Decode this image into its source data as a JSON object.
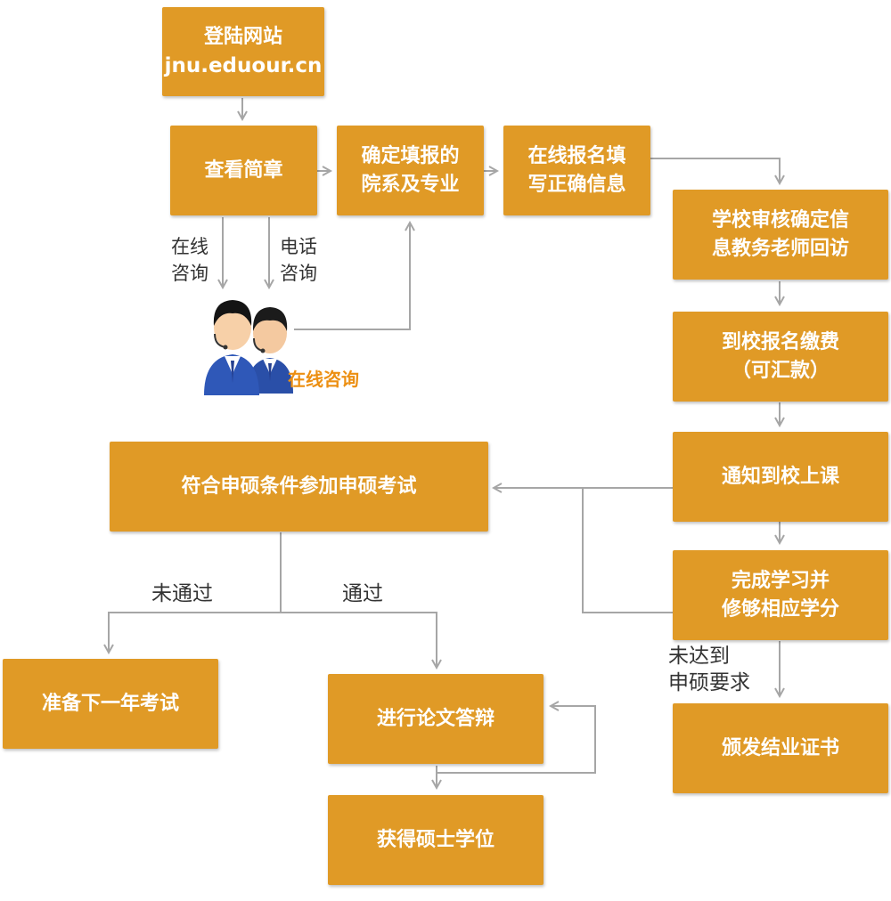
{
  "steps": {
    "login": {
      "line1": "登陆网站",
      "line2": "jnu.eduour.cn"
    },
    "view_brochure": {
      "line1": "查看简章"
    },
    "choose_major": {
      "line1": "确定填报的",
      "line2": "院系及专业"
    },
    "online_signup": {
      "line1": "在线报名填",
      "line2": "写正确信息"
    },
    "school_review": {
      "line1": "学校审核确定信",
      "line2": "息教务老师回访"
    },
    "pay_at_school": {
      "line1": "到校报名缴费",
      "line2": "（可汇款）"
    },
    "attend_class": {
      "line1": "通知到校上课"
    },
    "complete_study": {
      "line1": "完成学习并",
      "line2": "修够相应学分"
    },
    "exam": {
      "line1": "符合申硕条件参加申硕考试"
    },
    "next_year": {
      "line1": "准备下一年考试"
    },
    "defense": {
      "line1": "进行论文答辩"
    },
    "degree": {
      "line1": "获得硕士学位"
    },
    "certificate": {
      "line1": "颁发结业证书"
    }
  },
  "labels": {
    "online_consult": {
      "line1": "在线",
      "line2": "咨询"
    },
    "phone_consult": {
      "line1": "电话",
      "line2": "咨询"
    },
    "consult_caption": "在线咨询",
    "failed": "未通过",
    "passed": "通过",
    "not_reached": {
      "line1": "未达到",
      "line2": "申硕要求"
    }
  },
  "colors": {
    "box": "#e09a26",
    "arrow": "#a6a6a6",
    "caption": "#ec8f12",
    "agent_suit": "#2a4fa8"
  },
  "icons": {
    "agents": "customer-service-agents-icon"
  }
}
